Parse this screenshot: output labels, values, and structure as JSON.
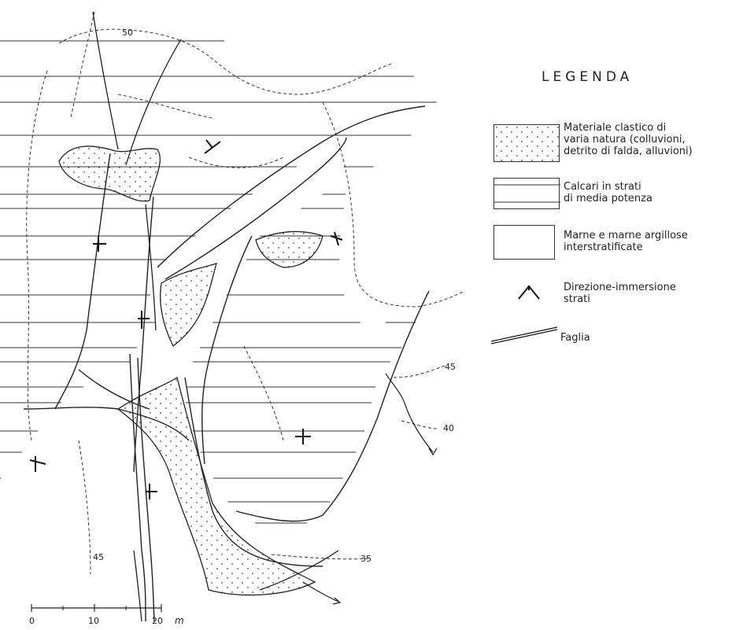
{
  "legend": {
    "title": "LEGENDA",
    "items": [
      {
        "key": "clastic",
        "line1": "Materiale clastico di",
        "line2": "varia natura (colluvioni,",
        "line3": "detrito di falda, alluvioni)"
      },
      {
        "key": "limestone",
        "line1": "Calcari  in strati",
        "line2": "di media potenza"
      },
      {
        "key": "marl",
        "line1": "Marne e marne argillose",
        "line2": "interstratificate"
      },
      {
        "key": "strike",
        "line1": "Direzione-immersione",
        "line2": "strati"
      },
      {
        "key": "fault",
        "line1": "Faglia"
      }
    ]
  },
  "contours": {
    "c50": "50",
    "c45a": "45",
    "c40": "40",
    "c35": "35",
    "c45b": "45"
  },
  "scale_bar": {
    "t0": "0",
    "t10": "10",
    "t20": "20",
    "unit": "m"
  }
}
